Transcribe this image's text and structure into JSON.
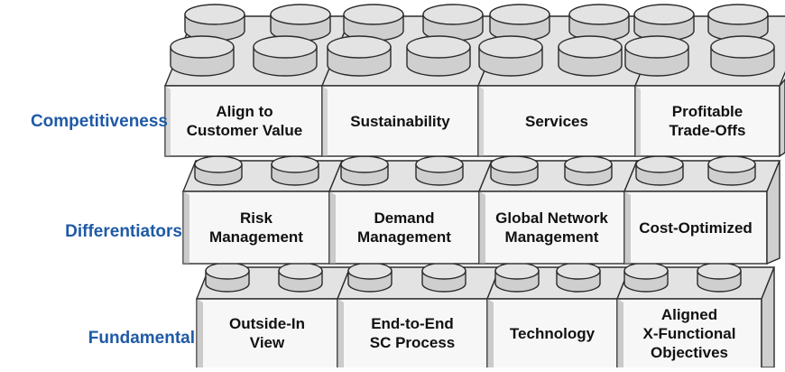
{
  "rows": [
    {
      "label": "Competitiveness",
      "bricks": [
        "Align to\nCustomer Value",
        "Sustainability",
        "Services",
        "Profitable\nTrade-Offs"
      ]
    },
    {
      "label": "Differentiators",
      "bricks": [
        "Risk\nManagement",
        "Demand\nManagement",
        "Global Network\nManagement",
        "Cost-Optimized"
      ]
    },
    {
      "label": "Fundamental",
      "bricks": [
        "Outside-In\nView",
        "End-to-End\nSC Process",
        "Technology",
        "Aligned\nX-Functional\nObjectives"
      ]
    }
  ],
  "colors": {
    "label": "#1f5aa6",
    "face": "#f7f7f7",
    "top": "#e3e3e3",
    "side": "#cfcfcf",
    "shadow": "#a8a8a8",
    "outline": "#2b2b2b"
  }
}
